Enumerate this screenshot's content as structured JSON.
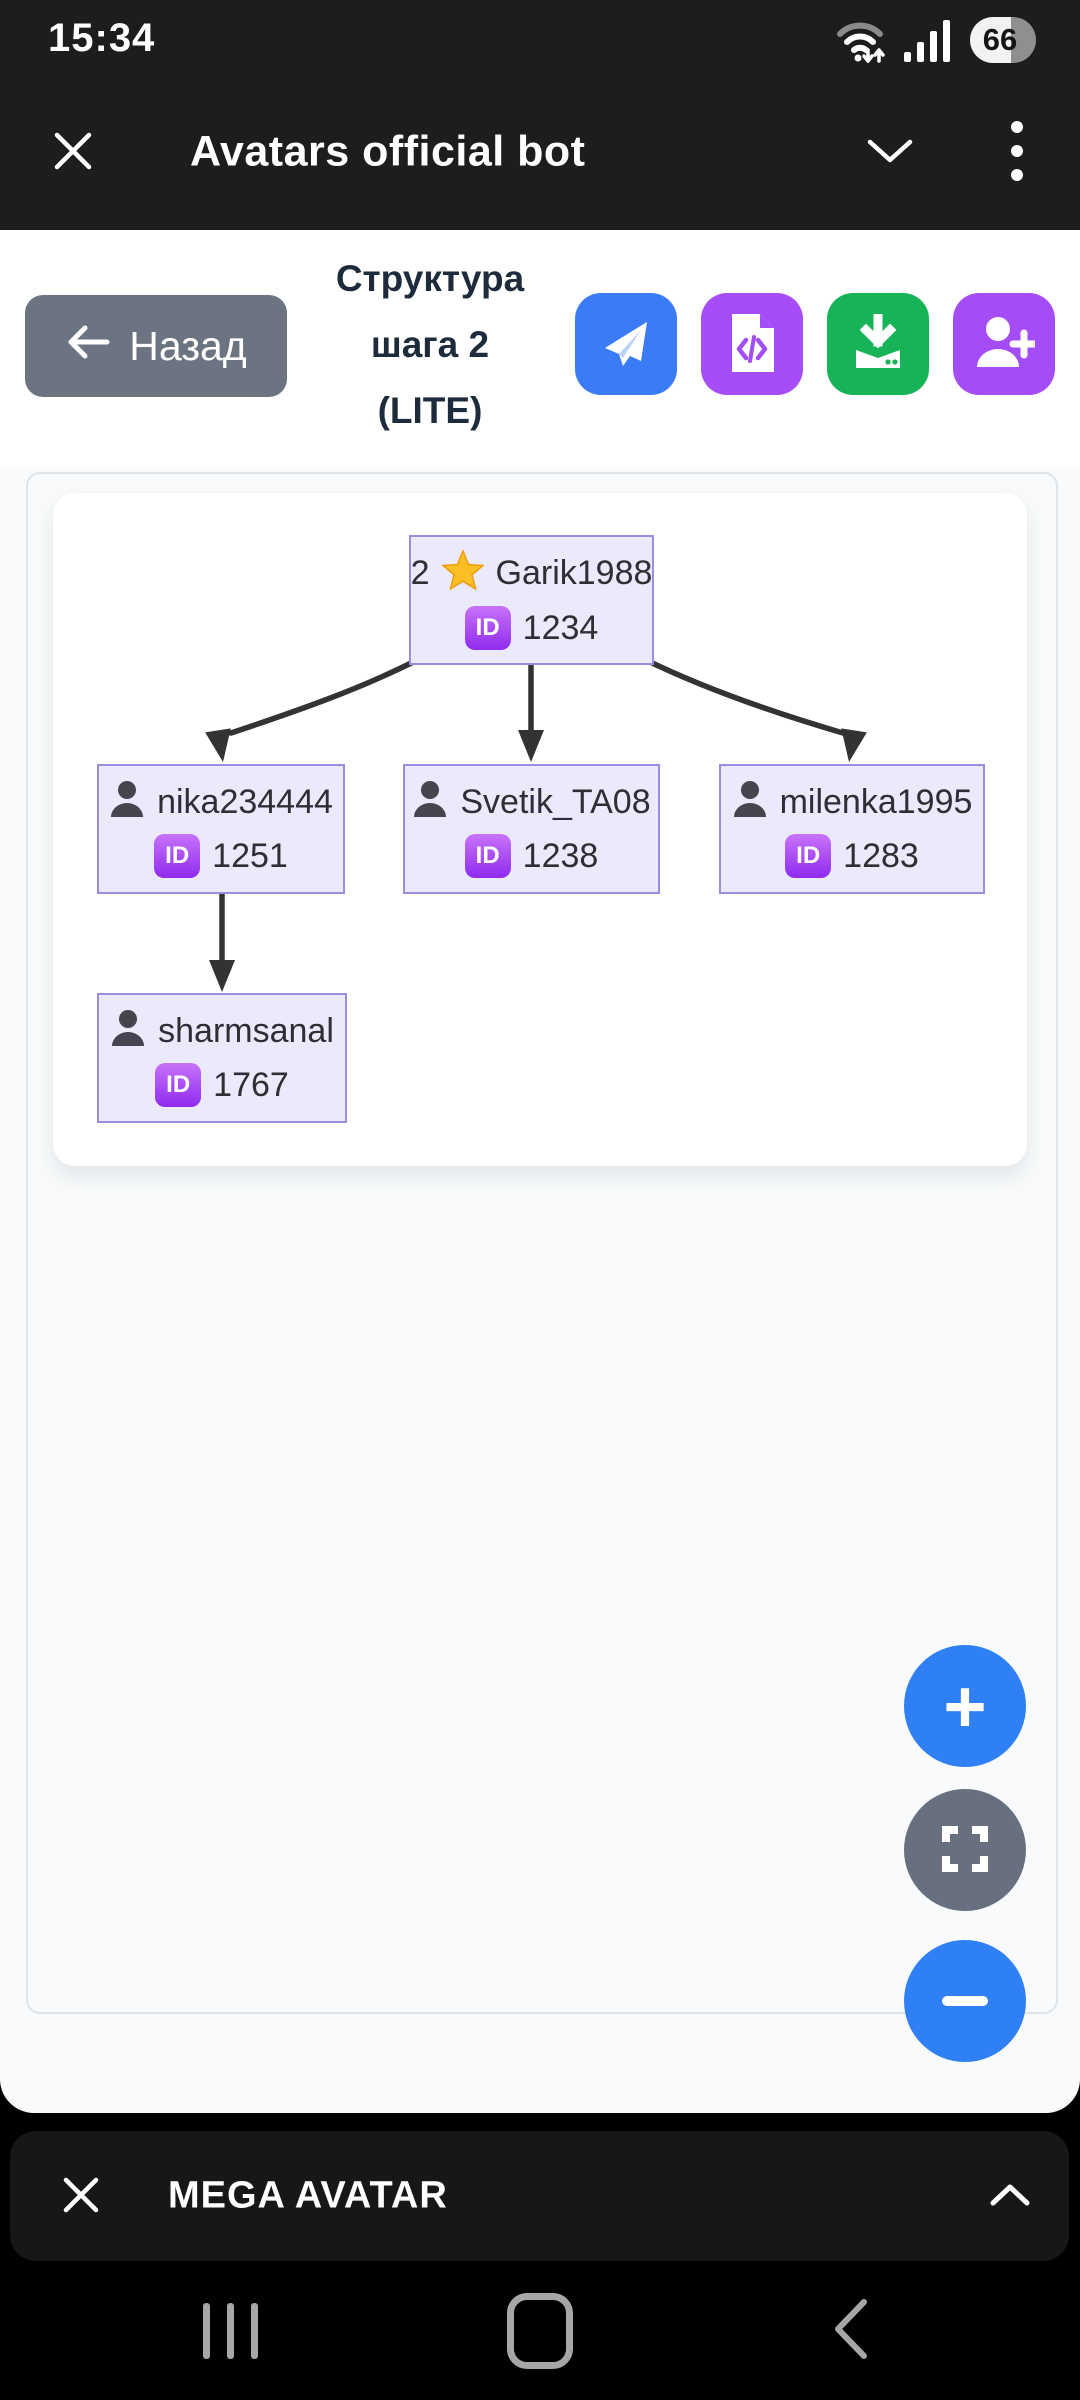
{
  "status_bar": {
    "time": "15:34",
    "battery_percent": "66"
  },
  "header": {
    "title": "Avatars official bot",
    "icons": [
      "close-icon",
      "chevron-down-icon",
      "more-menu-icon"
    ]
  },
  "toolbar": {
    "back_label": "Назад",
    "title_lines": [
      "Структура",
      "шага 2",
      "(LITE)"
    ],
    "actions": [
      {
        "name": "send",
        "icon": "paper-plane-icon",
        "color": "#3b7cf6"
      },
      {
        "name": "export-code",
        "icon": "file-code-icon",
        "color": "#a44df6"
      },
      {
        "name": "download",
        "icon": "download-icon",
        "color": "#17b457"
      },
      {
        "name": "add-user",
        "icon": "add-user-icon",
        "color": "#a44df6"
      }
    ]
  },
  "tree": {
    "badge_label": "ID",
    "nodes": [
      {
        "prefix": "2",
        "icon": "star",
        "label": "Garik1988",
        "id_value": "1234"
      },
      {
        "icon": "person",
        "label": "nika234444",
        "id_value": "1251"
      },
      {
        "icon": "person",
        "label": "Svetik_TA08",
        "id_value": "1238"
      },
      {
        "icon": "person",
        "label": "milenka1995",
        "id_value": "1283"
      },
      {
        "icon": "person",
        "label": "sharmsanal",
        "id_value": "1767"
      }
    ],
    "edges": [
      {
        "from": "Garik1988",
        "to": "nika234444"
      },
      {
        "from": "Garik1988",
        "to": "Svetik_TA08"
      },
      {
        "from": "Garik1988",
        "to": "milenka1995"
      },
      {
        "from": "nika234444",
        "to": "sharmsanal"
      }
    ]
  },
  "fabs": {
    "zoom_in": "+",
    "fullscreen": "fullscreen-icon",
    "zoom_out": "−"
  },
  "bottom_bar": {
    "title": "MEGA AVATAR",
    "icons": [
      "close-icon",
      "chevron-up-icon"
    ]
  },
  "nav_bar": {
    "icons": [
      "recents-icon",
      "home-icon",
      "back-icon"
    ]
  },
  "colors": {
    "header_bg": "#1d1d1f",
    "accent_blue": "#3b7cf6",
    "accent_purple": "#a44df6",
    "accent_green": "#17b457",
    "fab_blue": "#2f80f5",
    "fab_gray": "#68707f",
    "node_bg": "#ebe9fc",
    "node_border": "#9c8ce0",
    "badge_purple": "#8f2bee"
  }
}
